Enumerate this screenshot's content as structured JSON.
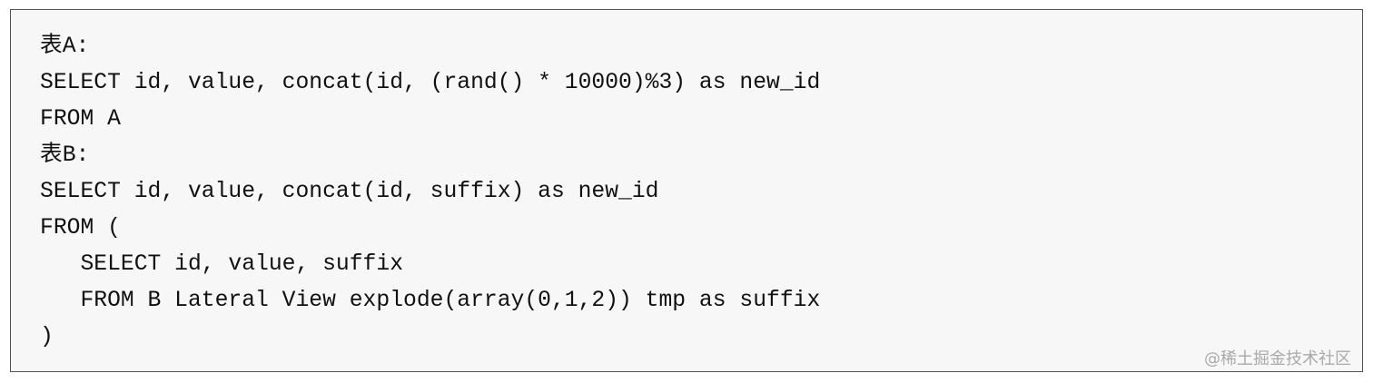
{
  "code_lines": [
    "表A:",
    "SELECT id, value, concat(id, (rand() * 10000)%3) as new_id",
    "FROM A",
    "表B:",
    "SELECT id, value, concat(id, suffix) as new_id",
    "FROM (",
    "   SELECT id, value, suffix",
    "   FROM B Lateral View explode(array(0,1,2)) tmp as suffix",
    ")"
  ],
  "watermark": "@稀土掘金技术社区"
}
